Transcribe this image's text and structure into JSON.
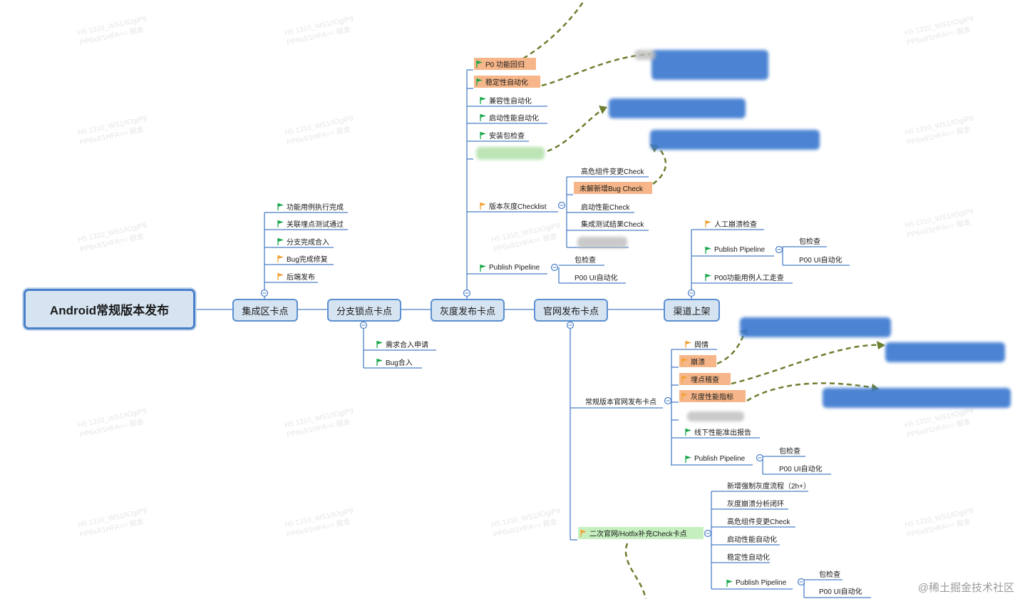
{
  "root": {
    "label": "Android常规版本发布"
  },
  "stages": [
    {
      "id": "s1",
      "label": "集成区卡点"
    },
    {
      "id": "s2",
      "label": "分支锁点卡点"
    },
    {
      "id": "s3",
      "label": "灰度发布卡点"
    },
    {
      "id": "s4",
      "label": "官网发布卡点"
    },
    {
      "id": "s5",
      "label": "渠道上架"
    }
  ],
  "integration_checks": [
    {
      "label": "功能用例执行完成",
      "flag": "green"
    },
    {
      "label": "关联埋点测试通过",
      "flag": "green"
    },
    {
      "label": "分支完成合入",
      "flag": "green"
    },
    {
      "label": "Bug完成修复",
      "flag": "orange"
    },
    {
      "label": "后端发布",
      "flag": "orange"
    }
  ],
  "branch_lock_checks": [
    {
      "label": "需求合入申请",
      "flag": "green"
    },
    {
      "label": "Bug合入",
      "flag": "green"
    }
  ],
  "gray_checks": [
    {
      "label": "P0 功能回归",
      "flag": "green",
      "highlight": "orange"
    },
    {
      "label": "稳定性自动化",
      "flag": "green",
      "highlight": "orange"
    },
    {
      "label": "兼容性自动化",
      "flag": "green"
    },
    {
      "label": "启动性能自动化",
      "flag": "green"
    },
    {
      "label": "安装包检查",
      "flag": "green"
    }
  ],
  "gray_checklist": {
    "label": "版本灰度Checklist",
    "items": [
      "高危组件变更Check",
      "未解新增Bug Check",
      "启动性能Check",
      "集成测试结果Check"
    ]
  },
  "gray_pipeline": {
    "label": "Publish Pipeline",
    "items": [
      "包检查",
      "P00 UI自动化"
    ]
  },
  "channel_checks": {
    "manual": "人工崩溃检查",
    "pipeline": "Publish Pipeline",
    "pipeline_items": [
      "包检查",
      "P00 UI自动化"
    ],
    "walkthrough": "P00功能用例人工走查"
  },
  "official_regular": {
    "label": "常规版本官网发布卡点",
    "items": [
      {
        "label": "舆情",
        "flag": "orange"
      },
      {
        "label": "崩溃",
        "flag": "orange",
        "highlight": "orange"
      },
      {
        "label": "埋点稽查",
        "flag": "orange",
        "highlight": "orange"
      },
      {
        "label": "灰度性能指标",
        "flag": "orange",
        "highlight": "orange"
      },
      {
        "label": "线下性能准出报告",
        "flag": "green"
      }
    ],
    "pipeline": "Publish Pipeline",
    "pipeline_items": [
      "包检查",
      "P00 UI自动化"
    ]
  },
  "official_second": {
    "label": "二次官网/Hotfix补充Check卡点",
    "items": [
      "新增强制灰度流程（2h+）",
      "灰度崩溃分析闭环",
      "高危组件变更Check",
      "启动性能自动化",
      "稳定性自动化"
    ],
    "pipeline": "Publish Pipeline",
    "pipeline_items": [
      "包检查",
      "P00 UI自动化"
    ]
  },
  "footer": "@稀土掘金技术社区",
  "colors": {
    "topic_fill": "#d6e4f2",
    "topic_border": "#5b8fd0",
    "connector": "#4a7fc8",
    "flag_green": "#1aa84a",
    "flag_orange": "#f2a233",
    "highlight_orange": "#f6b689",
    "highlight_green": "#c6efc0",
    "dashed_arrow": "#6b7f2f"
  }
}
